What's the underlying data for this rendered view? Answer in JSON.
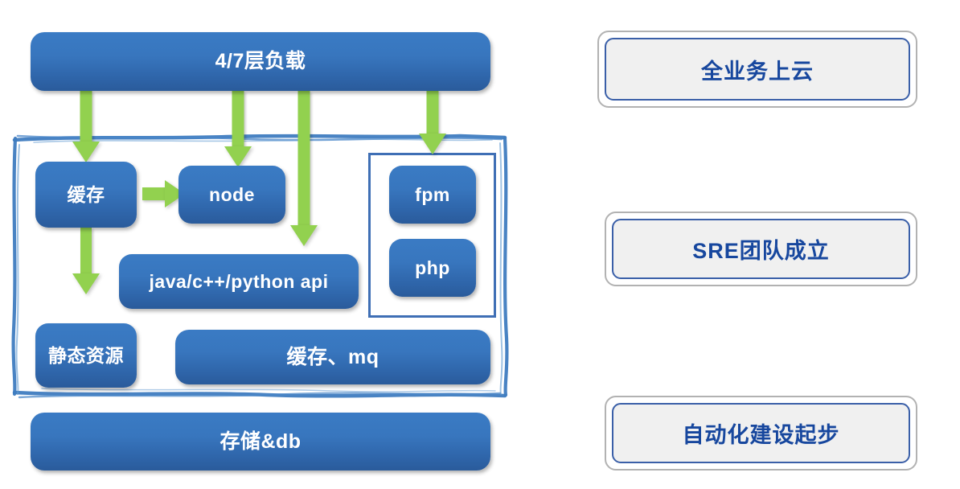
{
  "diagram": {
    "title_boxes": {
      "top_load_balancer": "4/7层负载",
      "storage_db": "存储&db"
    },
    "service_nodes": [
      {
        "id": "cache",
        "label": "缓存"
      },
      {
        "id": "node",
        "label": "node"
      },
      {
        "id": "fpm",
        "label": "fpm"
      },
      {
        "id": "php",
        "label": "php"
      },
      {
        "id": "api",
        "label": "java/c++/python api"
      },
      {
        "id": "static",
        "label": "静态资源"
      },
      {
        "id": "cache-mq",
        "label": "缓存、mq"
      }
    ],
    "arrows": [
      {
        "id": "lb-to-cache",
        "from": "4/7层负载",
        "to": "缓存",
        "direction": "down",
        "color": "#92d14f"
      },
      {
        "id": "lb-to-node",
        "from": "4/7层负载",
        "to": "node",
        "direction": "down",
        "color": "#92d14f"
      },
      {
        "id": "lb-to-api",
        "from": "4/7层负载",
        "to": "java/c++/python api",
        "direction": "down",
        "color": "#92d14f"
      },
      {
        "id": "lb-to-fpm",
        "from": "4/7层负载",
        "to": "fpm",
        "direction": "down",
        "color": "#92d14f"
      },
      {
        "id": "cache-to-node",
        "from": "缓存",
        "to": "node",
        "direction": "right",
        "color": "#92d14f"
      },
      {
        "id": "cache-to-static",
        "from": "缓存",
        "to": "静态资源",
        "direction": "down",
        "color": "#92d14f"
      }
    ],
    "colors": {
      "box_fill_top": "#3a7bc4",
      "box_fill_bottom": "#2a5b9b",
      "box_text": "#ffffff",
      "arrow_green": "#92d14f",
      "container_border": "#3f7cc0",
      "php_group_border": "#3f6fb5",
      "panel_outer_border": "#b2b2b2",
      "panel_inner_border": "#3a5fa8",
      "panel_fill": "#f0f0f0",
      "panel_text": "#17479e"
    }
  },
  "milestones": [
    {
      "id": "all-business-cloud",
      "label": "全业务上云"
    },
    {
      "id": "sre-team-founded",
      "label": "SRE团队成立"
    },
    {
      "id": "automation-start",
      "label": "自动化建设起步"
    }
  ]
}
